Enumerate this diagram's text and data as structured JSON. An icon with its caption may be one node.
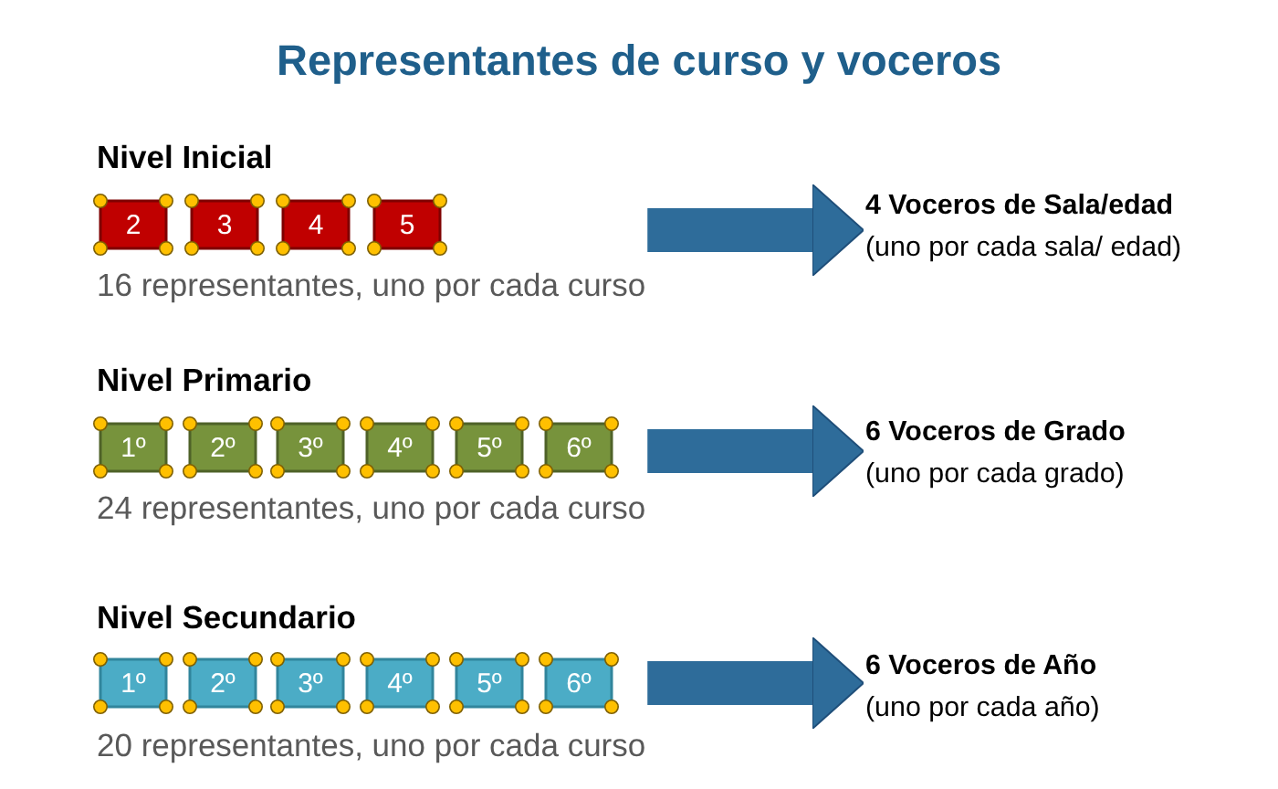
{
  "diagram": {
    "title": "Representantes de curso y voceros",
    "nodes": [
      {
        "text": [
          "Nivel Inicial",
          "16 representantes, uno por cada curso"
        ]
      },
      {
        "text": [
          "2"
        ],
        "in": 0
      },
      {
        "text": [
          "3"
        ],
        "in": 0
      },
      {
        "text": [
          "4"
        ],
        "in": 0
      },
      {
        "text": [
          "5"
        ],
        "in": 0
      },
      {
        "text": [
          "4 Voceros de Sala/edad",
          "(uno por cada sala/ edad)"
        ]
      },
      {
        "text": [
          "Nivel Primario",
          "24 representantes, uno por cada curso"
        ]
      },
      {
        "text": [
          "1º"
        ],
        "in": 6
      },
      {
        "text": [
          "2º"
        ],
        "in": 6
      },
      {
        "text": [
          "3º"
        ],
        "in": 6
      },
      {
        "text": [
          "4º"
        ],
        "in": 6
      },
      {
        "text": [
          "5º"
        ],
        "in": 6
      },
      {
        "text": [
          "6º"
        ],
        "in": 6
      },
      {
        "text": [
          "6 Voceros de Grado",
          "(uno por cada grado)"
        ]
      },
      {
        "text": [
          "Nivel Secundario",
          "20 representantes, uno por cada curso"
        ]
      },
      {
        "text": [
          "1º"
        ],
        "in": 14
      },
      {
        "text": [
          "2º"
        ],
        "in": 14
      },
      {
        "text": [
          "3º"
        ],
        "in": 14
      },
      {
        "text": [
          "4º"
        ],
        "in": 14
      },
      {
        "text": [
          "5º"
        ],
        "in": 14
      },
      {
        "text": [
          "6º"
        ],
        "in": 14
      },
      {
        "text": [
          "6 Voceros de Año",
          "(uno por cada año)"
        ]
      }
    ],
    "edges": [
      {
        "from": 0,
        "to": 5,
        "arrow": "to"
      },
      {
        "from": 6,
        "to": 13,
        "arrow": "to"
      },
      {
        "from": 14,
        "to": 21,
        "arrow": "to"
      }
    ]
  }
}
